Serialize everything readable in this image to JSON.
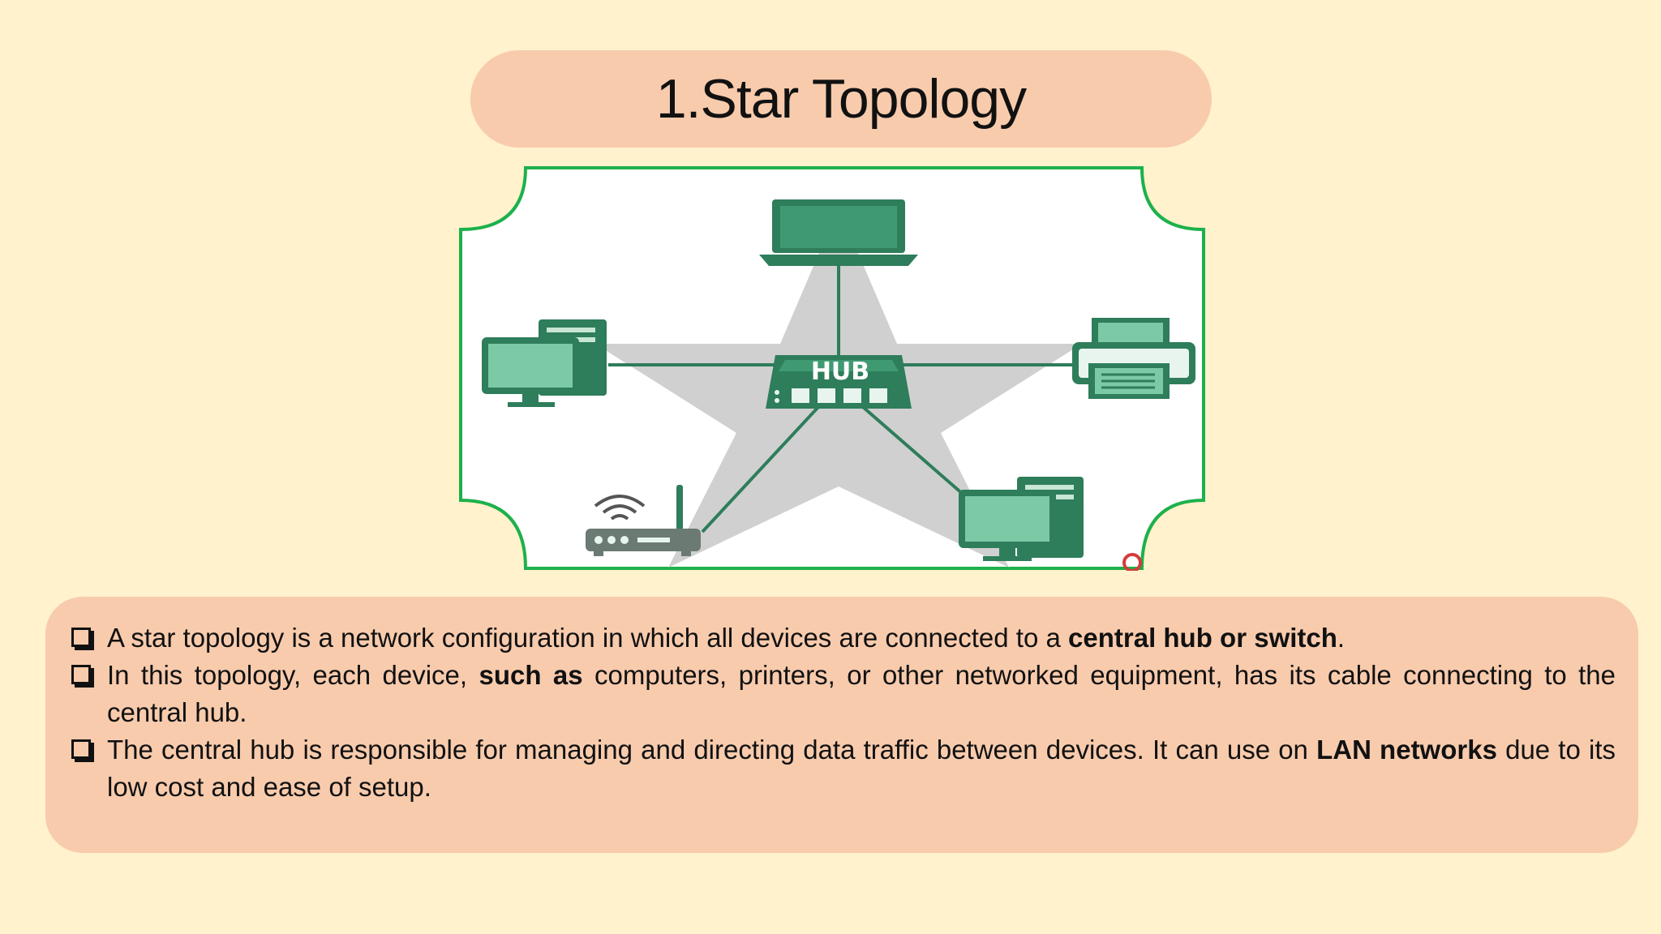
{
  "slide": {
    "title": "1.Star Topology"
  },
  "diagram": {
    "hub_label": "HUB",
    "devices": [
      "laptop",
      "desktop-computer-left",
      "printer",
      "wireless-router",
      "desktop-computer-right"
    ],
    "colors": {
      "frame": "#1db14b",
      "device": "#4caf8a",
      "device_dark": "#2e7d5b",
      "star": "#c8c8c8",
      "cable": "#2e7d5b"
    }
  },
  "bullets": [
    {
      "parts": [
        {
          "text": "A star topology is a network configuration in which all devices are connected to a ",
          "bold": false
        },
        {
          "text": "central hub or switch",
          "bold": true
        },
        {
          "text": ".",
          "bold": false
        }
      ]
    },
    {
      "parts": [
        {
          "text": " In this topology, each device, ",
          "bold": false
        },
        {
          "text": "such as",
          "bold": true
        },
        {
          "text": " computers, printers, or other networked equipment, has its cable connecting to the central hub.",
          "bold": false
        }
      ]
    },
    {
      "parts": [
        {
          "text": "The central hub is responsible for managing and directing data traffic between devices. It can use on ",
          "bold": false
        },
        {
          "text": "LAN networks",
          "bold": true
        },
        {
          "text": " due to its low cost and ease of setup.",
          "bold": false
        }
      ]
    }
  ],
  "colors": {
    "background": "#fff2cc",
    "pill": "#f8cbad"
  }
}
